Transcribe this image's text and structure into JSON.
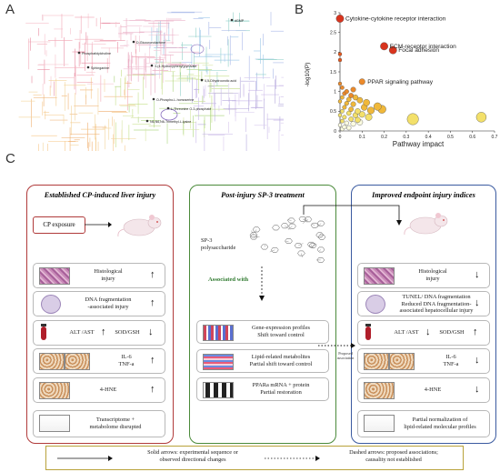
{
  "panels": {
    "a": "A",
    "b": "B",
    "c": "C"
  },
  "network": {
    "nodes": [
      "dGMP",
      "D-Glucuronolactone",
      "Phosphatidylcholine",
      "Sphinganine",
      "3-(4-Hydroxyphenyl)pyruvate",
      "4,5-Dihydroorotic acid",
      "O-Phospho-L-homoserine",
      "L-Threonine O-3-phosphate",
      "N6,N6,N6-Trimethyl-L-lysine"
    ]
  },
  "chart_data": {
    "type": "scatter",
    "title": "",
    "xlabel": "Pathway impact",
    "ylabel": "-log10(P)",
    "x_ticks": [
      "0",
      "0.1",
      "0.2",
      "0.3",
      "0.4",
      "0.5",
      "0.6",
      "0.7"
    ],
    "y_ticks": [
      "0",
      "0.5",
      "1",
      "1.5",
      "2",
      "2.5",
      "3"
    ],
    "xlim": [
      0,
      0.7
    ],
    "ylim": [
      0,
      3
    ],
    "labeled_points": [
      {
        "label": "Cytokine-cytokine receptor interaction",
        "x": 0.0,
        "y": 2.85
      },
      {
        "label": "ECM-receptor interaction",
        "x": 0.2,
        "y": 2.15
      },
      {
        "label": "Focal adhesion",
        "x": 0.24,
        "y": 2.05
      },
      {
        "label": "PPAR signaling pathway",
        "x": 0.1,
        "y": 1.25
      }
    ],
    "points": [
      {
        "x": 0.0,
        "y": 2.85
      },
      {
        "x": 0.2,
        "y": 2.15
      },
      {
        "x": 0.24,
        "y": 2.05
      },
      {
        "x": 0.1,
        "y": 1.25
      },
      {
        "x": 0.0,
        "y": 1.95
      },
      {
        "x": 0.0,
        "y": 1.8
      },
      {
        "x": 0.0,
        "y": 1.2
      },
      {
        "x": 0.01,
        "y": 1.1
      },
      {
        "x": 0.03,
        "y": 1.0
      },
      {
        "x": 0.06,
        "y": 1.05
      },
      {
        "x": 0.02,
        "y": 0.95
      },
      {
        "x": 0.05,
        "y": 0.9
      },
      {
        "x": 0.01,
        "y": 0.85
      },
      {
        "x": 0.04,
        "y": 0.8
      },
      {
        "x": 0.07,
        "y": 0.85
      },
      {
        "x": 0.09,
        "y": 0.78
      },
      {
        "x": 0.0,
        "y": 0.75
      },
      {
        "x": 0.03,
        "y": 0.7
      },
      {
        "x": 0.06,
        "y": 0.68
      },
      {
        "x": 0.12,
        "y": 0.72
      },
      {
        "x": 0.17,
        "y": 0.62
      },
      {
        "x": 0.19,
        "y": 0.55
      },
      {
        "x": 0.11,
        "y": 0.6
      },
      {
        "x": 0.14,
        "y": 0.52
      },
      {
        "x": 0.02,
        "y": 0.6
      },
      {
        "x": 0.05,
        "y": 0.55
      },
      {
        "x": 0.08,
        "y": 0.5
      },
      {
        "x": 0.01,
        "y": 0.5
      },
      {
        "x": 0.04,
        "y": 0.45
      },
      {
        "x": 0.07,
        "y": 0.4
      },
      {
        "x": 0.1,
        "y": 0.42
      },
      {
        "x": 0.13,
        "y": 0.35
      },
      {
        "x": 0.0,
        "y": 0.4
      },
      {
        "x": 0.02,
        "y": 0.35
      },
      {
        "x": 0.05,
        "y": 0.3
      },
      {
        "x": 0.08,
        "y": 0.28
      },
      {
        "x": 0.01,
        "y": 0.25
      },
      {
        "x": 0.03,
        "y": 0.2
      },
      {
        "x": 0.06,
        "y": 0.18
      },
      {
        "x": 0.09,
        "y": 0.22
      },
      {
        "x": 0.0,
        "y": 0.15
      },
      {
        "x": 0.02,
        "y": 0.1
      },
      {
        "x": 0.04,
        "y": 0.08
      },
      {
        "x": 0.01,
        "y": 0.05
      },
      {
        "x": 0.33,
        "y": 0.3
      },
      {
        "x": 0.64,
        "y": 0.35
      }
    ]
  },
  "diagram": {
    "col1": {
      "title": "Established CP-induced liver injury",
      "exposure": "CP exposure",
      "rows": [
        {
          "text": "Histological\ninjury",
          "arrow": "↑"
        },
        {
          "text": "DNA fragmentation\n-associated injury",
          "arrow": "↑"
        },
        {
          "text": "ALT /AST",
          "arrow": "↑",
          "text2": "SOD/GSH",
          "arrow2": "↓"
        },
        {
          "text": "IL-6\nTNF-a",
          "arrow": "↑"
        },
        {
          "text": "4-HNE",
          "arrow": "↑"
        },
        {
          "text": "Transcriptome  +\nmetabolome disrupted",
          "arrow": ""
        }
      ]
    },
    "col2": {
      "title": "Post-injury SP-3 treatment",
      "compound": "SP-3\npolysaccharide",
      "associated": "Associated with",
      "rows": [
        {
          "text": "Gene-expression profiles\nShift toward control"
        },
        {
          "text": "Lipid-related metabolites\nPartial shift toward control"
        },
        {
          "text": "PPARa mRNA + protein\nPartial restoration"
        }
      ]
    },
    "col3": {
      "title": "Improved endpoint injury indices",
      "rows": [
        {
          "text": "Histological\ninjury",
          "arrow": "↓"
        },
        {
          "text": "TUNEL/ DNA fragmentation\nReduced DNA fragmentation-\nassociated hepatocellular injury",
          "arrow": "↓"
        },
        {
          "text": "ALT /AST",
          "arrow": "↓",
          "text2": "SOD/GSH",
          "arrow2": "↑"
        },
        {
          "text": "IL-6\nTNF-a",
          "arrow": "↓"
        },
        {
          "text": "4-HNE",
          "arrow": "↓"
        },
        {
          "text": "Partial normalization of\nlipid-related molecular profiles",
          "arrow": ""
        }
      ]
    },
    "proposed": "Proposed\nassociation",
    "legend": {
      "solid": "Solid arrows: experimental sequence or\nobserved directional changes",
      "dashed": "Dashed arrows: proposed associations;\ncausality not established"
    }
  },
  "colors": {
    "red": "#b03a3a",
    "green": "#4a8a3a",
    "blue": "#3a5aa0",
    "legend_border": "#b8a23a"
  }
}
